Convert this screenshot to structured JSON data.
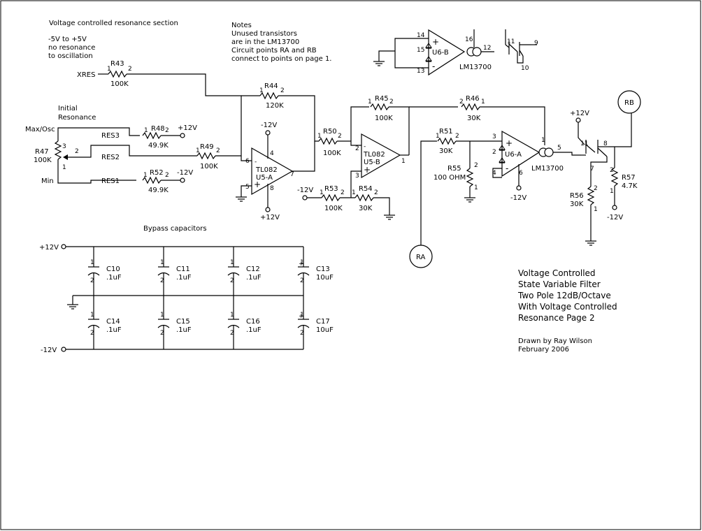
{
  "section_title": "Voltage controlled resonance section",
  "control_range": [
    "-5V to +5V",
    "no resonance",
    "to oscillation"
  ],
  "notes": [
    "Notes",
    "Unused transistors",
    "are in the LM13700",
    "Circuit points RA and RB",
    "connect to points on page 1."
  ],
  "bypass_title": "Bypass capacitors",
  "title_block": [
    "Voltage Controlled",
    "State Variable Filter",
    "Two Pole 12dB/Octave",
    "With Voltage Controlled",
    "Resonance Page 2"
  ],
  "credits": [
    "Drawn by Ray Wilson",
    "February 2006"
  ],
  "nets": {
    "xres": "XRES",
    "res1": "RES1",
    "res2": "RES2",
    "res3": "RES3",
    "initial": "Initial",
    "resonance": "Resonance",
    "max_osc": "Max/Osc",
    "min": "Min",
    "ra": "RA",
    "rb": "RB",
    "p12": "+12V",
    "m12": "-12V"
  },
  "resistors": {
    "R43": {
      "ref": "R43",
      "val": "100K"
    },
    "R44": {
      "ref": "R44",
      "val": "120K"
    },
    "R45": {
      "ref": "R45",
      "val": "100K"
    },
    "R46": {
      "ref": "R46",
      "val": "30K"
    },
    "R47": {
      "ref": "R47",
      "val": "100K"
    },
    "R48": {
      "ref": "R48",
      "val": "49.9K"
    },
    "R49": {
      "ref": "R49",
      "val": "100K"
    },
    "R50": {
      "ref": "R50",
      "val": "100K"
    },
    "R51": {
      "ref": "R51",
      "val": "30K"
    },
    "R52": {
      "ref": "R52",
      "val": "49.9K"
    },
    "R53": {
      "ref": "R53",
      "val": "100K"
    },
    "R54": {
      "ref": "R54",
      "val": "30K"
    },
    "R55": {
      "ref": "R55",
      "val": "100 OHM"
    },
    "R56": {
      "ref": "R56",
      "val": "30K"
    },
    "R57": {
      "ref": "R57",
      "val": "4.7K"
    }
  },
  "ics": {
    "u5a": {
      "part": "TL082",
      "ref": "U5-A"
    },
    "u5b": {
      "part": "TL082",
      "ref": "U5-B"
    },
    "u6a": {
      "ref": "U6-A",
      "part": "LM13700"
    },
    "u6b": {
      "ref": "U6-B",
      "part": "LM13700"
    }
  },
  "capacitors": [
    {
      "ref": "C10",
      "val": ".1uF"
    },
    {
      "ref": "C11",
      "val": ".1uF"
    },
    {
      "ref": "C12",
      "val": ".1uF"
    },
    {
      "ref": "C13",
      "val": "10uF"
    },
    {
      "ref": "C14",
      "val": ".1uF"
    },
    {
      "ref": "C15",
      "val": ".1uF"
    },
    {
      "ref": "C16",
      "val": ".1uF"
    },
    {
      "ref": "C17",
      "val": "10uF"
    }
  ],
  "pins": {
    "p1": "1",
    "p2": "2",
    "p3": "3",
    "p4": "4",
    "p5": "5",
    "p6": "6",
    "p7": "7",
    "p8": "8",
    "p9": "9",
    "p10": "10",
    "p11": "11",
    "p12": "12",
    "p13": "13",
    "p14": "14",
    "p15": "15",
    "p16": "16",
    "plus": "+",
    "minus": "-"
  }
}
